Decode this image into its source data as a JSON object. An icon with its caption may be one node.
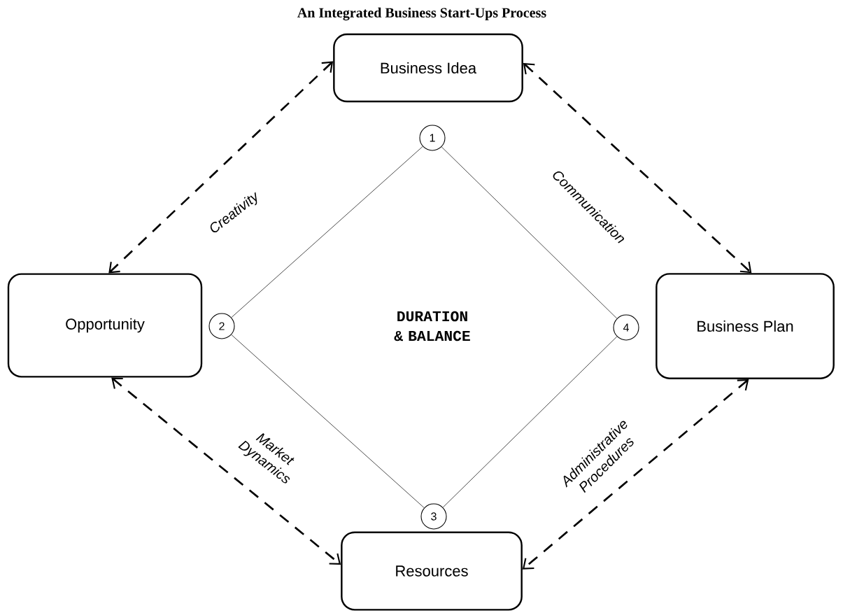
{
  "diagram": {
    "title": "An Integrated Business Start-Ups Process",
    "nodes": [
      {
        "text": [
          "Business Idea"
        ]
      },
      {
        "text": [
          "Opportunity"
        ]
      },
      {
        "text": [
          "Business Plan"
        ]
      },
      {
        "text": [
          "Resources"
        ]
      },
      {
        "text": [
          "1"
        ]
      },
      {
        "text": [
          "2"
        ]
      },
      {
        "text": [
          "3"
        ]
      },
      {
        "text": [
          "4"
        ]
      }
    ],
    "edges": [
      {
        "from": 0,
        "to": 1,
        "arrow": "both",
        "style": "dashed",
        "label": "Creativity"
      },
      {
        "from": 0,
        "to": 2,
        "arrow": "both",
        "style": "dashed",
        "label": "Communication"
      },
      {
        "from": 1,
        "to": 3,
        "arrow": "both",
        "style": "dashed",
        "label": "Market Dynamics"
      },
      {
        "from": 2,
        "to": 3,
        "arrow": "both",
        "style": "dashed",
        "label": "Administrative Procedures"
      },
      {
        "from": 4,
        "to": 5,
        "arrow": "none"
      },
      {
        "from": 5,
        "to": 6,
        "arrow": "none"
      },
      {
        "from": 6,
        "to": 7,
        "arrow": "none"
      },
      {
        "from": 7,
        "to": 4,
        "arrow": "none"
      }
    ],
    "labels": [
      "DURATION & BALANCE"
    ]
  }
}
